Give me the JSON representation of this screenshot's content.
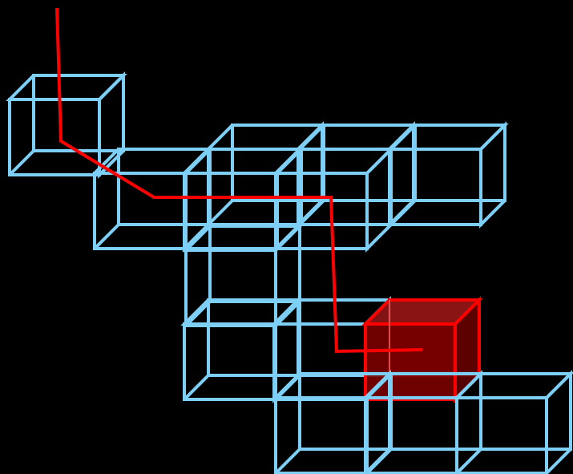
{
  "colors": {
    "background": "#000000",
    "wireframe": "#7ecff5",
    "path": "#ff0000",
    "target_front": "#7a0000",
    "target_top": "#8e1616",
    "target_side": "#5e0000"
  },
  "cubes": [
    {
      "id": "cube-isolated-top-left"
    },
    {
      "id": "cube-row2-1"
    },
    {
      "id": "cube-row2-2"
    },
    {
      "id": "cube-row2-3"
    },
    {
      "id": "cube-back-1"
    },
    {
      "id": "cube-back-2"
    },
    {
      "id": "cube-back-3"
    },
    {
      "id": "cube-middle-column"
    },
    {
      "id": "cube-row4-1"
    },
    {
      "id": "cube-row4-2"
    },
    {
      "id": "cube-row5-1"
    },
    {
      "id": "cube-row5-2"
    },
    {
      "id": "cube-row5-3"
    },
    {
      "id": "cube-target",
      "highlighted": true
    }
  ],
  "path": {
    "id": "route-path"
  }
}
